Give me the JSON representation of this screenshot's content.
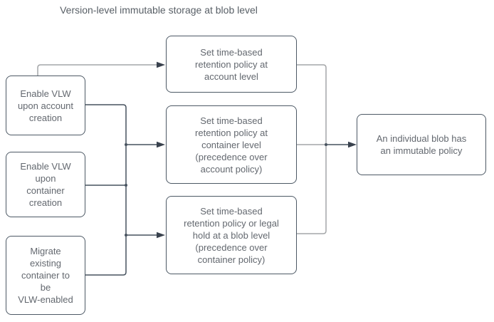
{
  "title": "Version-level immutable storage at blob level",
  "flowchart": {
    "left_column": [
      {
        "id": "enable-vlw-account-creation",
        "label_lines": [
          "Enable VLW",
          "upon account",
          "creation"
        ]
      },
      {
        "id": "enable-vlw-container-creation",
        "label_lines": [
          "Enable VLW",
          "upon",
          "container",
          "creation"
        ]
      },
      {
        "id": "migrate-existing-container",
        "label_lines": [
          "Migrate",
          "existing",
          "container to",
          "be",
          "VLW-enabled"
        ]
      }
    ],
    "middle_column": [
      {
        "id": "retention-account-level",
        "label_lines": [
          "Set time-based",
          "retention policy at",
          "account level"
        ]
      },
      {
        "id": "retention-container-level",
        "label_lines": [
          "Set time-based",
          "retention policy at",
          "container level",
          "(precedence over",
          "account policy)"
        ]
      },
      {
        "id": "retention-blob-level",
        "label_lines": [
          "Set time-based",
          "retention policy or legal",
          "hold at a blob level",
          "(precedence over",
          "container policy)"
        ]
      }
    ],
    "result": {
      "id": "blob-immutable-policy",
      "label_lines": [
        "An individual blob has",
        "an immutable policy"
      ]
    }
  },
  "colors": {
    "background": "#ffffff",
    "box_border": "#4d5965",
    "box_fill": "#ffffff",
    "text": "#63686f",
    "title_text": "#585f66",
    "dark_connector": "#47525f",
    "gray_connector": "#a4a6a8",
    "arrowhead": "#39424e"
  }
}
